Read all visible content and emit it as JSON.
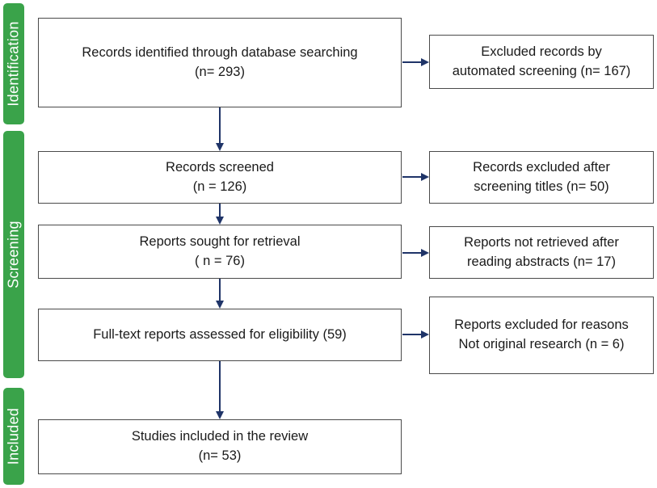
{
  "phases": {
    "identification": "Identification",
    "screening": "Screening",
    "included": "Included"
  },
  "boxes": {
    "identified": {
      "line1": "Records identified through database searching",
      "line2": "(n= 293)"
    },
    "excluded_automated": {
      "line1": "Excluded records by",
      "line2": "automated screening (n= 167)"
    },
    "screened": {
      "line1": "Records screened",
      "line2": "(n = 126)"
    },
    "excluded_titles": {
      "line1": "Records excluded after",
      "line2": "screening titles (n= 50)"
    },
    "sought": {
      "line1": "Reports sought for retrieval",
      "line2": "( n = 76)"
    },
    "not_retrieved": {
      "line1": "Reports not retrieved after",
      "line2": "reading abstracts (n= 17)"
    },
    "assessed": {
      "line1": "Full-text reports assessed for eligibility (59)"
    },
    "excluded_reasons": {
      "line1": "Reports excluded for reasons",
      "line2": "Not original research (n = 6)"
    },
    "included": {
      "line1": "Studies included in the review",
      "line2": "(n= 53)"
    }
  },
  "colors": {
    "phase_fill": "#3aa34a",
    "arrow": "#1f3468",
    "box_border": "#4a4a4a"
  }
}
